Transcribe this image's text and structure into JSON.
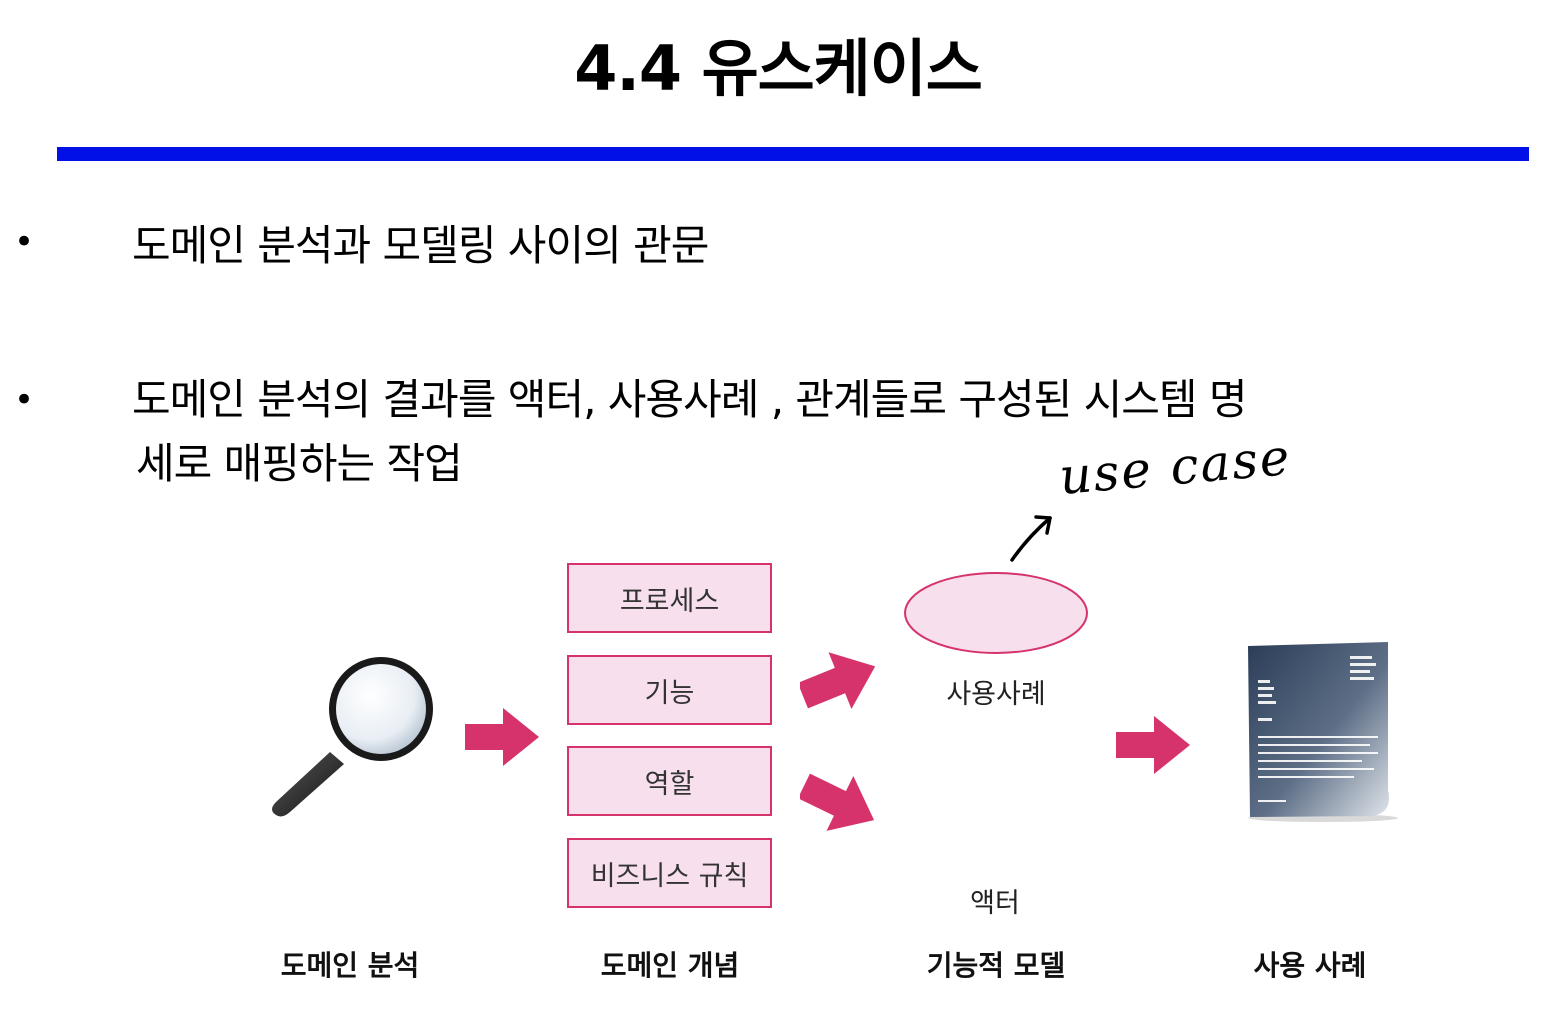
{
  "title": "4.4 유스케이스",
  "colors": {
    "rule": "#0010e6",
    "accent": "#d6336c",
    "box_fill": "#f7dfee"
  },
  "bullets": [
    {
      "marker": "•",
      "lines": [
        "도메인 분석과 모델링 사이의 관문"
      ]
    },
    {
      "marker": "•",
      "lines": [
        "도메인 분석의 결과를 액터, 사용사례 , 관계들로 구성된 시스템 명",
        "세로 매핑하는 작업"
      ]
    }
  ],
  "annotation": {
    "text": "use case"
  },
  "diagram": {
    "domain_concepts": [
      "프로세스",
      "기능",
      "역할",
      "비즈니스 규칙"
    ],
    "functional_model": {
      "use_case_label": "사용사례",
      "actor_label": "액터"
    },
    "captions": [
      "도메인 분석",
      "도메인 개념",
      "기능적 모델",
      "사용 사례"
    ],
    "icons": [
      "magnifier-icon",
      "document-icon",
      "arrow-icon"
    ]
  }
}
